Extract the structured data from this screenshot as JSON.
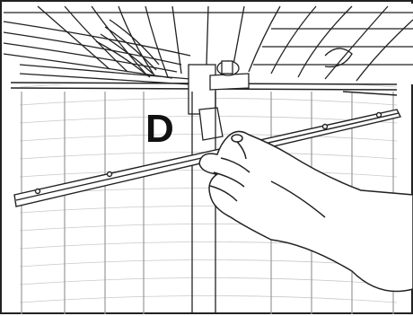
{
  "figure": {
    "callout_label": "D",
    "parts": [
      {
        "name": "upper-basket-wire-rack"
      },
      {
        "name": "spray-arm"
      },
      {
        "name": "spray-arm-hub"
      },
      {
        "name": "hand"
      },
      {
        "name": "tub-wall"
      }
    ]
  }
}
